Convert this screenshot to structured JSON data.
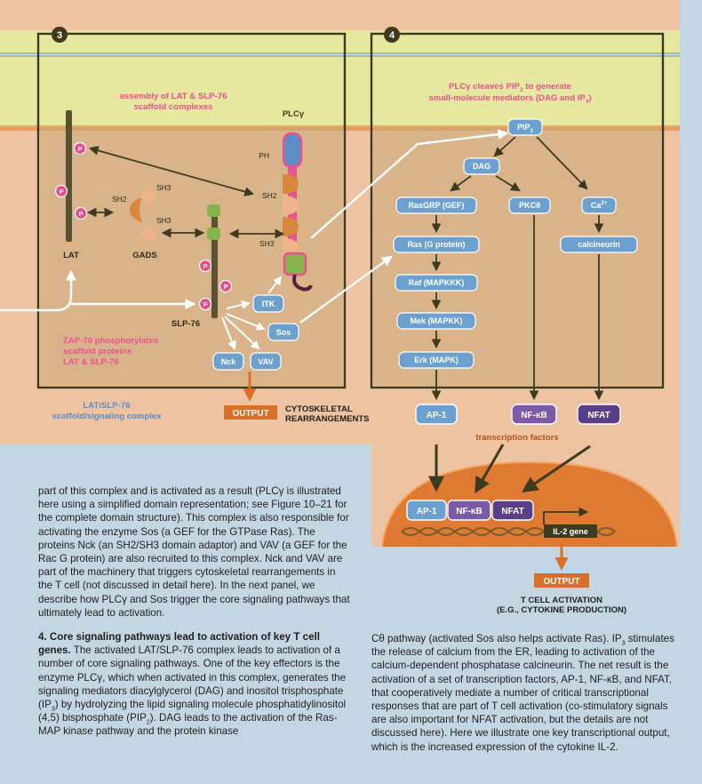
{
  "panel3": {
    "number": "3",
    "header": [
      "assembly of LAT & SLP-76",
      "scaffold complexes"
    ],
    "plc": "PLCγ",
    "ph": "PH",
    "sh2": "SH2",
    "sh3": "SH3",
    "lat": "LAT",
    "gads": "GADS",
    "slp76": "SLP-76",
    "p": "P",
    "itk": "ITK",
    "sos": "Sos",
    "nck": "Nck",
    "vav": "VAV",
    "zap70": [
      "ZAP-70 phosphorylates",
      "scaffold proteins",
      "LAT & SLP-76"
    ],
    "complex_label": [
      "LAT/SLP-76",
      "scaffold/signaling complex"
    ],
    "output": "OUTPUT",
    "cyto": [
      "CYTOSKELETAL",
      "REARRANGEMENTS"
    ]
  },
  "panel4": {
    "number": "4",
    "header1": "PLCγ cleaves PIP",
    "header1_sub": "2",
    "header1_tail": " to generate",
    "header2": "small-molecule mediators (DAG and IP",
    "header2_sub": "3",
    "header2_tail": ")",
    "pip2": "PIP",
    "pip2_sub": "2",
    "dag": "DAG",
    "rasgrp": "RasGRP (GEF)",
    "pkc": "PKCθ",
    "ca": "Ca",
    "ca_sup": "2+",
    "ras": "Ras (G protein)",
    "calcineurin": "calcineurin",
    "raf": "Raf (MAPKKK)",
    "mek": "Mek (MAPKK)",
    "erk": "Erk (MAPK)",
    "ap1": "AP-1",
    "nfkb": "NF-κB",
    "nfat": "NFAT",
    "tf": "transcription factors",
    "gene": "IL-2 gene",
    "output": "OUTPUT",
    "tcell": [
      "T CELL ACTIVATION",
      "(E.G., CYTOKINE PRODUCTION)"
    ]
  },
  "text": {
    "left_intro": "part of this complex and is activated as a result (PLCγ is illustrated here using a simplified domain representation; see Figure 10–21 for the complete domain structure). This complex is also responsible for activating the enzyme Sos (a GEF for the GTPase Ras). The proteins Nck (an SH2/SH3 domain adaptor) and VAV (a GEF for the Rac G protein) are also recruited to this complex. Nck and VAV are part of the machinery that triggers cytoskeletal rearrangements in the T cell (not discussed in detail here). In the next panel, we describe how PLCγ and Sos trigger the core signaling pathways that ultimately lead to activation.",
    "left_heading": "4. Core signaling pathways lead to activation of key T cell genes.",
    "left_body1": " The activated LAT/SLP-76 complex leads to activation of a number of core signaling pathways. One of the key effectors is the enzyme PLCγ, which when activated in this complex, generates the signaling mediators diacylglycerol (DAG) and inositol trisphosphate (IP",
    "left_sub1": "3",
    "left_body2": ") by hydrolyzing the lipid signaling molecule phosphatidylinositol (4,5) bisphosphate (PIP",
    "left_sub2": "2",
    "left_body3": "). DAG leads to the activation of the Ras-MAP kinase pathway and the protein kinase",
    "right_body1": "Cθ pathway (activated Sos also helps activate Ras). IP",
    "right_sub1": "3",
    "right_body2": " stimulates the release of calcium from the ER, leading to activation of the calcium-dependent phosphatase calcineurin. The net result is the activation of a set of transcription factors, AP-1, NF-κB, and NFAT, that cooperatively mediate a number of critical transcriptional responses that are part of T cell activation (co-stimulatory signals are also important for NFAT activation, but the details are not discussed here). Here we illustrate one key transcriptional output, which is the increased expression of the cytokine IL-2."
  }
}
